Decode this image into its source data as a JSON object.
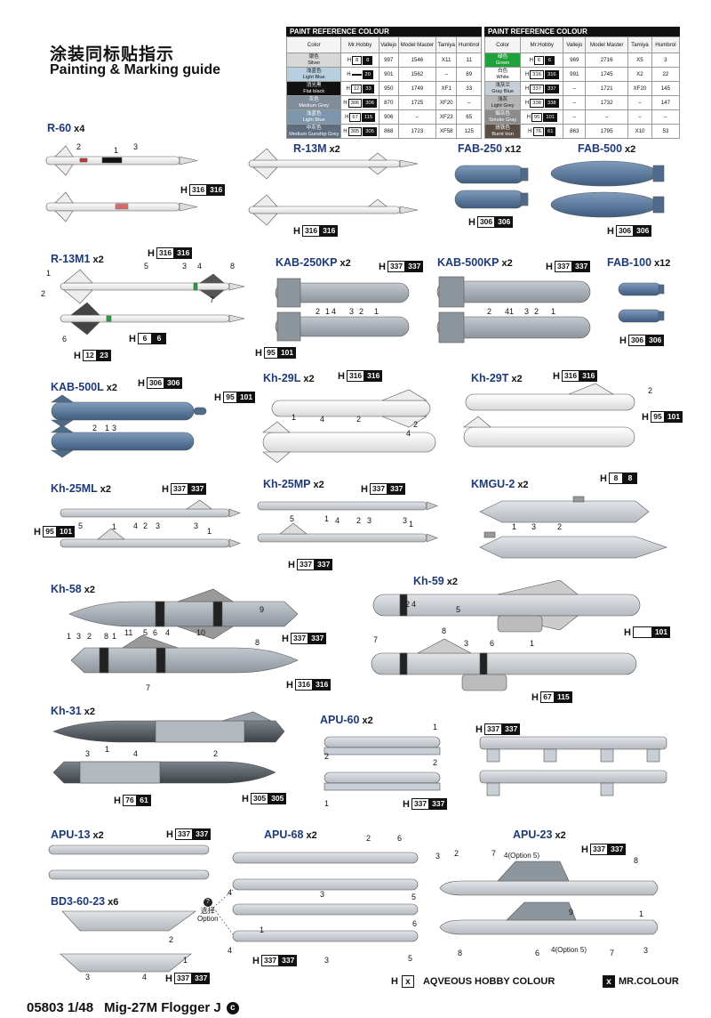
{
  "title_cn": "涂装同标贴指示",
  "title_en": "Painting & Marking guide",
  "paint_tables": [
    {
      "caption": "PAINT  REFERENCE COLOUR",
      "headers": [
        "Color",
        "Mr.Hobby",
        "Vallejo",
        "Model Master",
        "Tamiya",
        "Humbrol"
      ],
      "rows": [
        {
          "cn": "银色",
          "en": "Silver",
          "bg": "#d7d7d7",
          "fg": "#111",
          "h_code": "8",
          "h_code2": "8",
          "vallejo": "997",
          "mm": "1546",
          "tamiya": "X11",
          "humbrol": "11"
        },
        {
          "cn": "浅蓝色",
          "en": "Light Blue",
          "bg": "#b8cfe0",
          "fg": "#111",
          "h_code": "",
          "h_code2": "20",
          "vallejo": "901",
          "mm": "1562",
          "tamiya": "–",
          "humbrol": "89"
        },
        {
          "cn": "消光黑",
          "en": "Flat black",
          "bg": "#111111",
          "fg": "#fff",
          "h_code": "12",
          "h_code2": "33",
          "vallejo": "950",
          "mm": "1749",
          "tamiya": "XF1",
          "humbrol": "33"
        },
        {
          "cn": "灰色",
          "en": "Medium Grey",
          "bg": "#7f8d9a",
          "fg": "#fff",
          "h_code": "306",
          "h_code2": "306",
          "vallejo": "870",
          "mm": "1725",
          "tamiya": "XF20",
          "humbrol": "–"
        },
        {
          "cn": "浅蓝色",
          "en": "Light Blue",
          "bg": "#7d96ab",
          "fg": "#fff",
          "h_code": "67",
          "h_code2": "115",
          "vallejo": "906",
          "mm": "–",
          "tamiya": "XF23",
          "humbrol": "65"
        },
        {
          "cn": "中灰色",
          "en": "Medium Gunship Grey",
          "bg": "#5e6e7e",
          "fg": "#fff",
          "h_code": "305",
          "h_code2": "305",
          "vallejo": "868",
          "mm": "1723",
          "tamiya": "XF58",
          "humbrol": "125"
        }
      ]
    },
    {
      "caption": "PAINT  REFERENCE COLOUR",
      "headers": [
        "Color",
        "Mr.Hobby",
        "Vallejo",
        "Model Master",
        "Tamiya",
        "Humbrol"
      ],
      "rows": [
        {
          "cn": "绿色",
          "en": "Green",
          "bg": "#1fa23c",
          "fg": "#fff",
          "h_code": "6",
          "h_code2": "6",
          "vallejo": "969",
          "mm": "2716",
          "tamiya": "X5",
          "humbrol": "3"
        },
        {
          "cn": "白色",
          "en": "White",
          "bg": "#ffffff",
          "fg": "#111",
          "h_code": "316",
          "h_code2": "316",
          "vallejo": "991",
          "mm": "1745",
          "tamiya": "X2",
          "humbrol": "22"
        },
        {
          "cn": "浅灰兰",
          "en": "Gray Blue",
          "bg": "#c9cfd6",
          "fg": "#111",
          "h_code": "337",
          "h_code2": "337",
          "vallejo": "–",
          "mm": "1721",
          "tamiya": "XF20",
          "humbrol": "145"
        },
        {
          "cn": "浅灰",
          "en": "Light Grey",
          "bg": "#b6b6b6",
          "fg": "#111",
          "h_code": "338",
          "h_code2": "338",
          "vallejo": "–",
          "mm": "1732",
          "tamiya": "–",
          "humbrol": "147"
        },
        {
          "cn": "烟灰色",
          "en": "Smoke Gray",
          "bg": "#8b8b8b",
          "fg": "#fff",
          "h_code": "95",
          "h_code2": "101",
          "vallejo": "–",
          "mm": "–",
          "tamiya": "–",
          "humbrol": "–"
        },
        {
          "cn": "烧铁色",
          "en": "Burnt Iron",
          "bg": "#5b4e44",
          "fg": "#fff",
          "h_code": "76",
          "h_code2": "61",
          "vallejo": "863",
          "mm": "1795",
          "tamiya": "X10",
          "humbrol": "53"
        }
      ]
    }
  ],
  "sections": [
    {
      "name": "R-60",
      "qty": "x4"
    },
    {
      "name": "R-13M",
      "qty": "x2"
    },
    {
      "name": "FAB-250",
      "qty": "x12"
    },
    {
      "name": "FAB-500",
      "qty": "x2"
    },
    {
      "name": "R-13M1",
      "qty": "x2"
    },
    {
      "name": "KAB-250KP",
      "qty": "x2"
    },
    {
      "name": "KAB-500KP",
      "qty": "x2"
    },
    {
      "name": "FAB-100",
      "qty": "x12"
    },
    {
      "name": "KAB-500L",
      "qty": "x2"
    },
    {
      "name": "Kh-29L",
      "qty": "x2"
    },
    {
      "name": "Kh-29T",
      "qty": "x2"
    },
    {
      "name": "Kh-25ML",
      "qty": "x2"
    },
    {
      "name": "Kh-25MP",
      "qty": "x2"
    },
    {
      "name": "KMGU-2",
      "qty": "x2"
    },
    {
      "name": "Kh-58",
      "qty": "x2"
    },
    {
      "name": "Kh-59",
      "qty": "x2"
    },
    {
      "name": "Kh-31",
      "qty": "x2"
    },
    {
      "name": "APU-60",
      "qty": "x2"
    },
    {
      "name": "APU-13",
      "qty": "x2"
    },
    {
      "name": "APU-68",
      "qty": "x2"
    },
    {
      "name": "APU-23",
      "qty": "x2"
    },
    {
      "name": "BD3-60-23",
      "qty": "x6"
    }
  ],
  "codes": [
    {
      "a": "316",
      "b": "316"
    },
    {
      "a": "316",
      "b": "316"
    },
    {
      "a": "306",
      "b": "306"
    },
    {
      "a": "306",
      "b": "306"
    },
    {
      "a": "316",
      "b": "316"
    },
    {
      "a": "6",
      "b": "6"
    },
    {
      "a": "12",
      "b": "23"
    },
    {
      "a": "337",
      "b": "337"
    },
    {
      "a": "95",
      "b": "101"
    },
    {
      "a": "337",
      "b": "337"
    },
    {
      "a": "306",
      "b": "306"
    },
    {
      "a": "306",
      "b": "306"
    },
    {
      "a": "316",
      "b": "316"
    },
    {
      "a": "95",
      "b": "101"
    },
    {
      "a": "316",
      "b": "316"
    },
    {
      "a": "95",
      "b": "101"
    },
    {
      "a": "337",
      "b": "337"
    },
    {
      "a": "95",
      "b": "101"
    },
    {
      "a": "337",
      "b": "337"
    },
    {
      "a": "8",
      "b": "8"
    },
    {
      "a": "337",
      "b": "337"
    },
    {
      "a": "316",
      "b": "316"
    },
    {
      "a": "",
      "b": "101"
    },
    {
      "a": "67",
      "b": "115"
    },
    {
      "a": "76",
      "b": "61"
    },
    {
      "a": "305",
      "b": "305"
    },
    {
      "a": "337",
      "b": "337"
    },
    {
      "a": "337",
      "b": "337"
    },
    {
      "a": "337",
      "b": "337"
    },
    {
      "a": "337",
      "b": "337"
    },
    {
      "a": "337",
      "b": "337"
    },
    {
      "a": "337",
      "b": "337"
    }
  ],
  "option_note": {
    "symbol": "?",
    "cn": "选择",
    "en": "Option"
  },
  "option_labels": [
    "4(Option 5)",
    "4(Option 5)"
  ],
  "legend": {
    "h_letter": "H",
    "h_box": "x",
    "aqueous": "AQVEOUS HOBBY COLOUR",
    "mr_box": "x",
    "mr": "MR.COLOUR"
  },
  "footer": {
    "code": "05803 1/48",
    "model": "Mig-27M Flogger J",
    "copyright_symbol": "c"
  },
  "colors": {
    "section_title": "#1e3a78",
    "missile_white": "#f3f3f3",
    "missile_grey": "#9ea7b1",
    "bomb_blue": "#5f7c9e",
    "dark_grey": "#585f66"
  }
}
